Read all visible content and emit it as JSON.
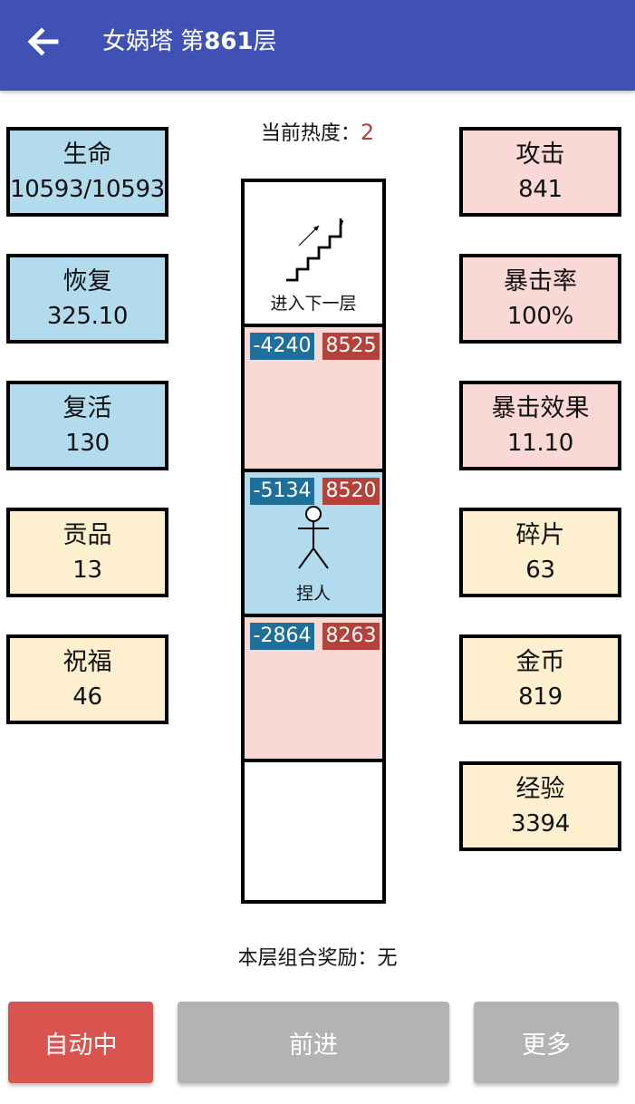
{
  "appbar": {
    "back_icon": "arrow-left-icon",
    "title_prefix": "女娲塔 第",
    "floor_number": "861",
    "title_suffix": "层"
  },
  "heat": {
    "label": "当前热度：",
    "value": "2"
  },
  "left_stats": [
    {
      "label": "生命",
      "value": "10593/10593",
      "color": "#b2dcee"
    },
    {
      "label": "恢复",
      "value": "325.10",
      "color": "#b2dcee"
    },
    {
      "label": "复活",
      "value": "130",
      "color": "#b2dcee"
    },
    {
      "label": "贡品",
      "value": "13",
      "color": "#fef0cf"
    },
    {
      "label": "祝福",
      "value": "46",
      "color": "#fef0cf"
    }
  ],
  "right_stats": [
    {
      "label": "攻击",
      "value": "841",
      "color": "#f9d8d5"
    },
    {
      "label": "暴击率",
      "value": "100%",
      "color": "#f9d8d5"
    },
    {
      "label": "暴击效果",
      "value": "11.10",
      "color": "#f9d8d5"
    },
    {
      "label": "碎片",
      "value": "63",
      "color": "#fef0cf"
    },
    {
      "label": "金币",
      "value": "819",
      "color": "#fef0cf"
    },
    {
      "label": "经验",
      "value": "3394",
      "color": "#fef0cf"
    }
  ],
  "tower": {
    "cells": [
      {
        "type": "stairs",
        "icon": "stairs-up-icon",
        "label": "进入下一层",
        "color": "#ffffff"
      },
      {
        "type": "enemy",
        "damage": "-4240",
        "hp": "8525",
        "color": "#f9d8d5"
      },
      {
        "type": "player",
        "damage": "-5134",
        "hp": "8520",
        "icon": "stick-figure-icon",
        "label": "捏人",
        "color": "#b2dcee"
      },
      {
        "type": "enemy",
        "damage": "-2864",
        "hp": "8263",
        "color": "#f9d8d5"
      },
      {
        "type": "empty",
        "color": "#ffffff"
      }
    ]
  },
  "reward": {
    "text": "本层组合奖励：无"
  },
  "buttons": {
    "auto": {
      "label": "自动中",
      "color": "#d9534f"
    },
    "forward": {
      "label": "前进",
      "color": "#b3b3b3"
    },
    "more": {
      "label": "更多",
      "color": "#b3b3b3"
    }
  },
  "colors": {
    "appbar": "#3f51b5",
    "damage_badge": "#1e6f9a",
    "hp_badge": "#b3433a",
    "heat_value": "#b3433a"
  }
}
